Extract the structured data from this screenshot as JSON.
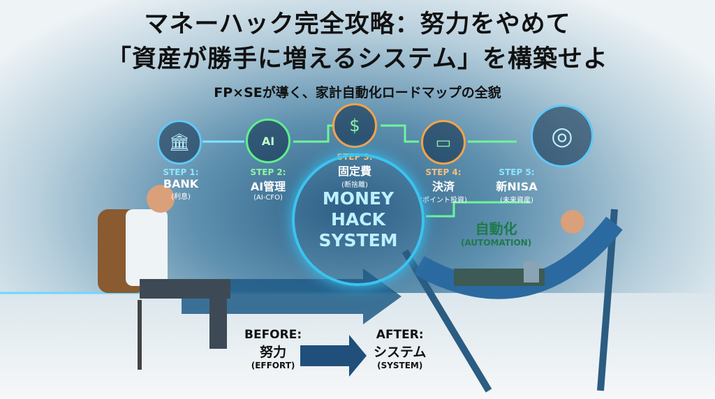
{
  "title": {
    "line1": "マネーハック完全攻略：努力をやめて",
    "line2": "「資産が勝手に増えるシステム」を構築せよ",
    "subtitle": "FP×SEが導く、家計自動化ロードマップの全貌"
  },
  "steps": [
    {
      "num": "STEP 1:",
      "label": "BANK",
      "sub": "(利息)",
      "icon": "bank-icon",
      "color": "#5fc8f5"
    },
    {
      "num": "STEP 2:",
      "label": "AI管理",
      "sub": "(AI-CFO)",
      "icon": "ai-chip-icon",
      "color": "#5ef08a"
    },
    {
      "num": "STEP 3:",
      "label": "固定費",
      "sub": "(断捨離)",
      "icon": "coins-icon",
      "color": "#f5a34a"
    },
    {
      "num": "STEP 4:",
      "label": "決済",
      "sub": "(ポイント投資)",
      "icon": "card-icon",
      "color": "#f5a34a"
    },
    {
      "num": "STEP 5:",
      "label": "新NISA",
      "sub": "(未来資産)",
      "icon": "brain-icon",
      "color": "#5fc8f5"
    }
  ],
  "center": {
    "line1": "MONEY",
    "line2": "HACK",
    "line3": "SYSTEM"
  },
  "automation": {
    "jp": "自動化",
    "en": "(AUTOMATION)"
  },
  "before": {
    "head": "BEFORE:",
    "jp": "努力",
    "en": "(EFFORT)"
  },
  "after": {
    "head": "AFTER:",
    "jp": "システム",
    "en": "(SYSTEM)"
  }
}
